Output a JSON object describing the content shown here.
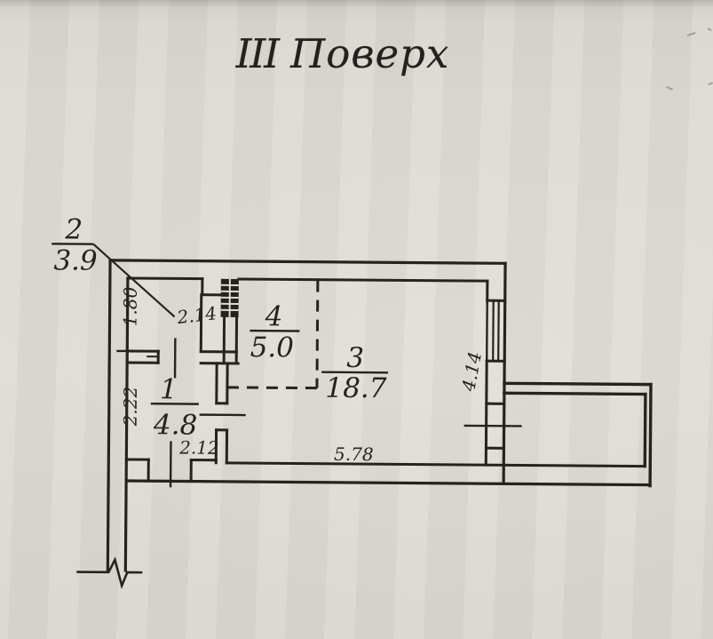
{
  "title": {
    "roman": "III",
    "word": "Поверх"
  },
  "plan": {
    "rooms": [
      {
        "number": "2",
        "area": "3.9"
      },
      {
        "number": "1",
        "area": "4.8"
      },
      {
        "number": "3",
        "area": "18.7"
      },
      {
        "number": "4",
        "area": "5.0"
      }
    ],
    "dimensions": {
      "room2_depth": "1.80",
      "room2_width": "2.14",
      "room1_depth": "2.22",
      "room1_width": "2.12",
      "room3_width": "5.78",
      "room3_depth": "4.14"
    }
  }
}
